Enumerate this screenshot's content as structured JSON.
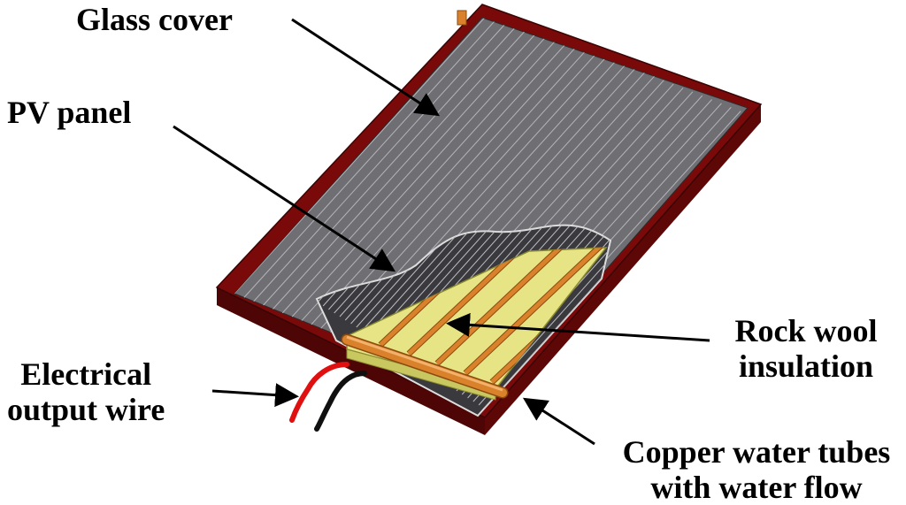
{
  "labels": {
    "glass_cover": "Glass cover",
    "pv_panel": "PV panel",
    "electrical_line1": "Electrical",
    "electrical_line2": "output wire",
    "rock_line1": "Rock wool",
    "rock_line2": "insulation",
    "copper_line1": "Copper water tubes",
    "copper_line2": "with water flow"
  },
  "colors": {
    "frame": "#7a0a0a",
    "frame_dark": "#4d0505",
    "glass": "#6e6e73",
    "glass_lines": "#b4b4bb",
    "pv_layer": "#3a3a3e",
    "insulation": "#e6e485",
    "copper": "#d9822b",
    "wire_red": "#e01010",
    "wire_black": "#101010",
    "arrow": "#000000"
  }
}
